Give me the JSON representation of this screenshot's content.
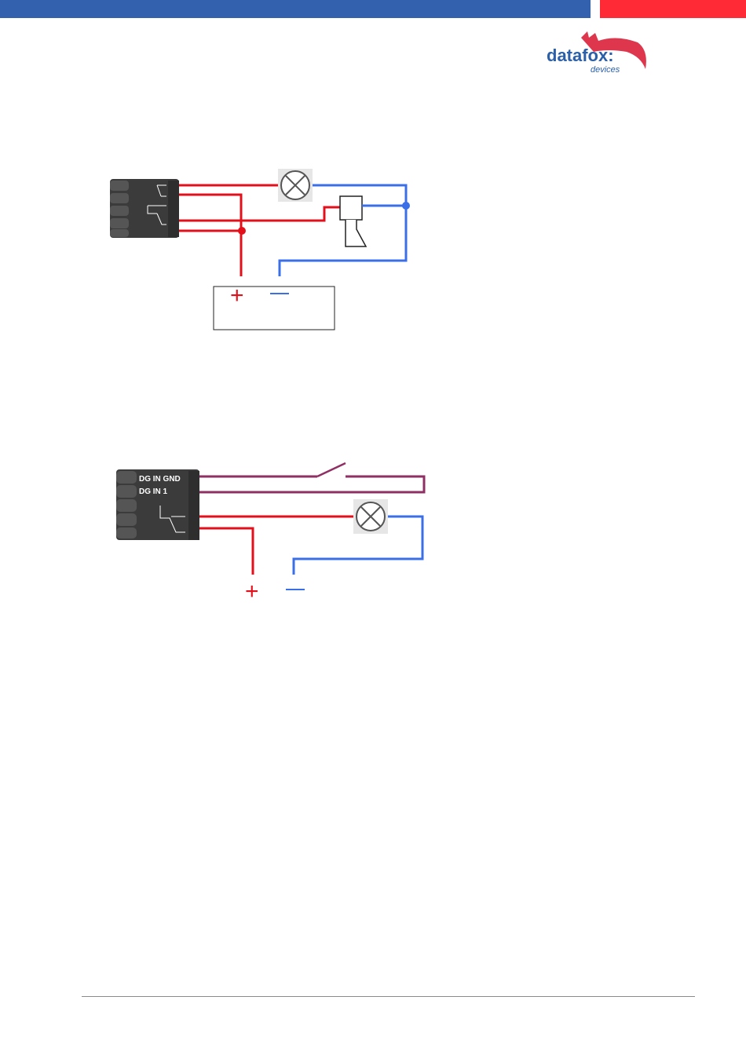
{
  "header": {
    "bar_color_blue": "#3461ae",
    "bar_color_red": "#ff2a35"
  },
  "logo": {
    "brand": "datafox:",
    "sub": "devices",
    "brand_color": "#2b5fa8",
    "accent_color": "#d9203a"
  },
  "diagram1": {
    "plus_symbol": "+",
    "minus_symbol": "—",
    "components": [
      "connector-block",
      "lamp-icon",
      "horn-icon",
      "power-supply-box"
    ]
  },
  "diagram2": {
    "label_row1": "DG IN  GND",
    "label_row2": "DG IN    1",
    "plus_symbol": "+",
    "minus_symbol": "—",
    "components": [
      "connector-block",
      "switch-icon",
      "lamp-icon"
    ]
  },
  "colors": {
    "positive_wire": "#e3101c",
    "negative_wire": "#3a6fe8",
    "input_wire": "#8f2f63"
  }
}
